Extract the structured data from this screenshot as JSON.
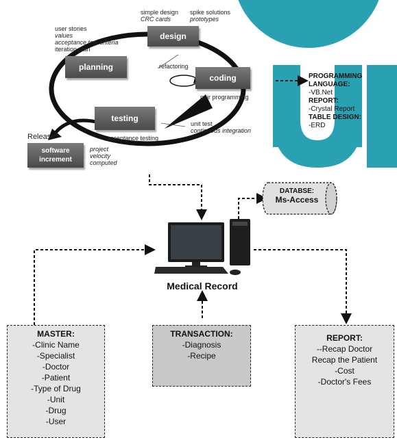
{
  "xp_cycle": {
    "top_notes": {
      "simple_design": "simple design",
      "crc_cards": "CRC cards",
      "spike_solutions": "spike solutions",
      "prototypes": "prototypes"
    },
    "planning_notes": [
      "user stories",
      "values",
      "acceptance test criteria",
      "iteration plan"
    ],
    "boxes": {
      "design": "design",
      "planning": "planning",
      "coding": "coding",
      "testing": "testing",
      "increment_line1": "software",
      "increment_line2": "increment"
    },
    "refactoring": "refactoring",
    "pair_programming": "pair programming",
    "unit_test": "unit test",
    "continuous_integration": "continuous integration",
    "acceptance_testing": "acceptance testing",
    "release": "Release",
    "increment_notes": [
      "project",
      "velocity",
      "computed"
    ]
  },
  "tech": {
    "prog_lang_label": "PROGRAMMING LANGUAGE:",
    "prog_lang_value": "-VB.Net",
    "report_label": "REPORT:",
    "report_value": "-Crystal Report",
    "table_label": "TABLE DESIGN:",
    "table_value": "-ERD"
  },
  "database": {
    "label": "DATABSE:",
    "value": "Ms-Access"
  },
  "system_title": "Medical Record",
  "master": {
    "title": "MASTER:",
    "items": [
      "-Clinic Name",
      "-Specialist",
      "-Doctor",
      "-Patient",
      "-Type of Drug",
      "-Unit",
      "-Drug",
      "-User"
    ]
  },
  "transaction": {
    "title": "TRANSACTION:",
    "items": [
      "-Diagnosis",
      "-Recipe"
    ]
  },
  "report": {
    "title": "REPORT:",
    "items": [
      "--Recap Doctor",
      "Recap the Patient",
      "-Cost",
      "-Doctor's Fees"
    ]
  },
  "colors": {
    "watermark": "#2aa1b3",
    "box_gray": "#5a5a5a",
    "doc_fill": "#e4e4e4"
  }
}
